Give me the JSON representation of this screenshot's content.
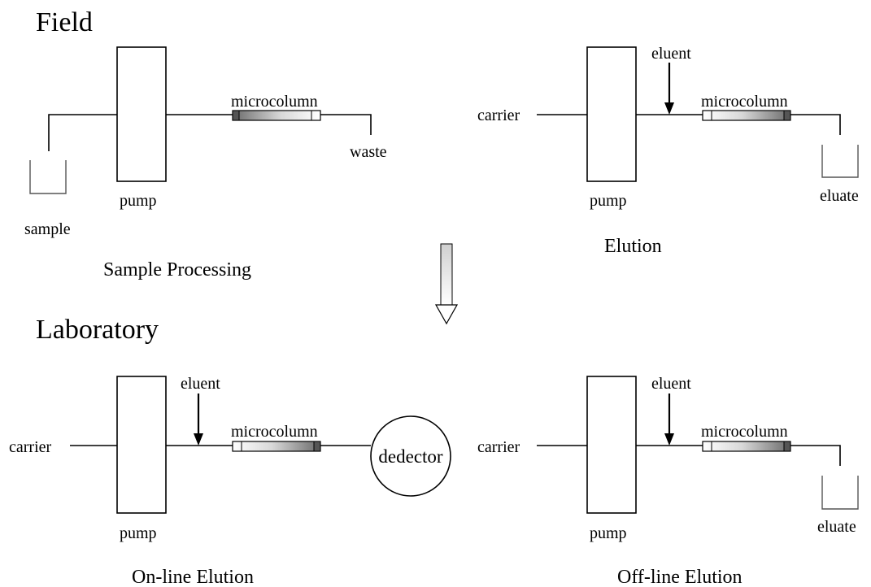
{
  "sections": {
    "field": "Field",
    "laboratory": "Laboratory"
  },
  "panels": {
    "sample_processing": {
      "caption": "Sample Processing",
      "column_label": "microcolumn",
      "pump_label": "pump",
      "source_label": "sample",
      "outlet_label": "waste"
    },
    "elution": {
      "caption": "Elution",
      "column_label": "microcolumn",
      "pump_label": "pump",
      "source_label": "carrier",
      "reagent_label": "eluent",
      "outlet_label": "eluate"
    },
    "online_elution": {
      "caption": "On-line Elution",
      "column_label": "microcolumn",
      "pump_label": "pump",
      "source_label": "carrier",
      "reagent_label": "eluent",
      "detector_label": "dedector"
    },
    "offline_elution": {
      "caption": "Off-line Elution",
      "column_label": "microcolumn",
      "pump_label": "pump",
      "source_label": "carrier",
      "reagent_label": "eluent",
      "outlet_label": "eluate"
    }
  }
}
